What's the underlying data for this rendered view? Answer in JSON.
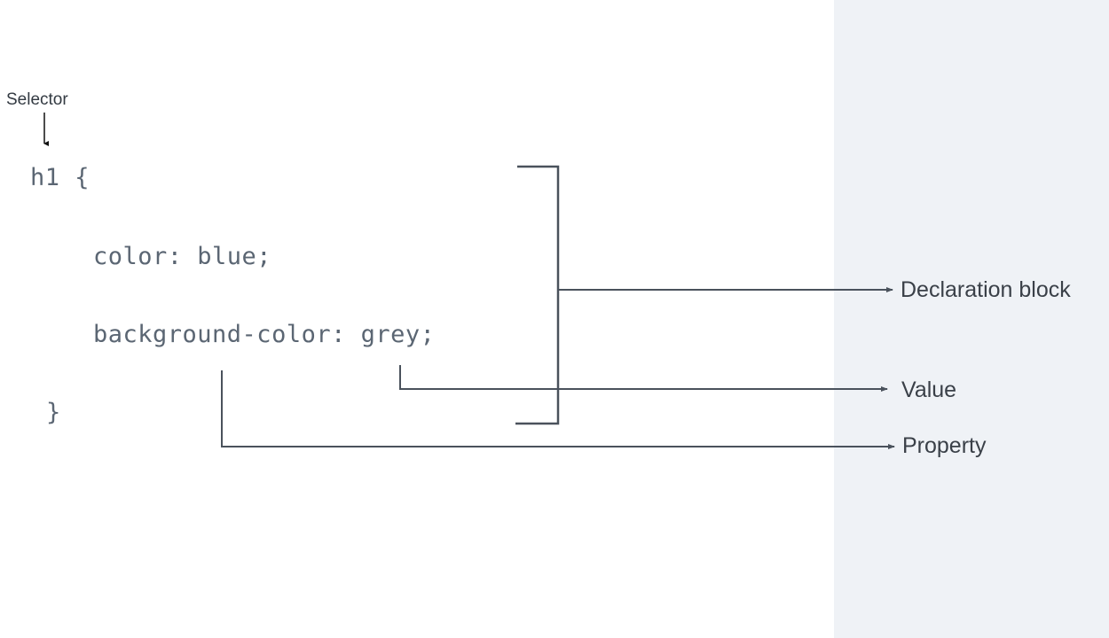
{
  "diagram": {
    "labels": {
      "selector": "Selector",
      "declaration_block": "Declaration block",
      "value": "Value",
      "property": "Property"
    },
    "code": {
      "line1": "h1 {",
      "line2": "color: blue;",
      "line3": "background-color: grey;",
      "line4": "}"
    },
    "colors": {
      "background": "#ffffff",
      "right_panel": "#eff2f6",
      "code_text": "#5b6673",
      "connector": "#4a525c",
      "label_text": "#3a4048"
    }
  }
}
